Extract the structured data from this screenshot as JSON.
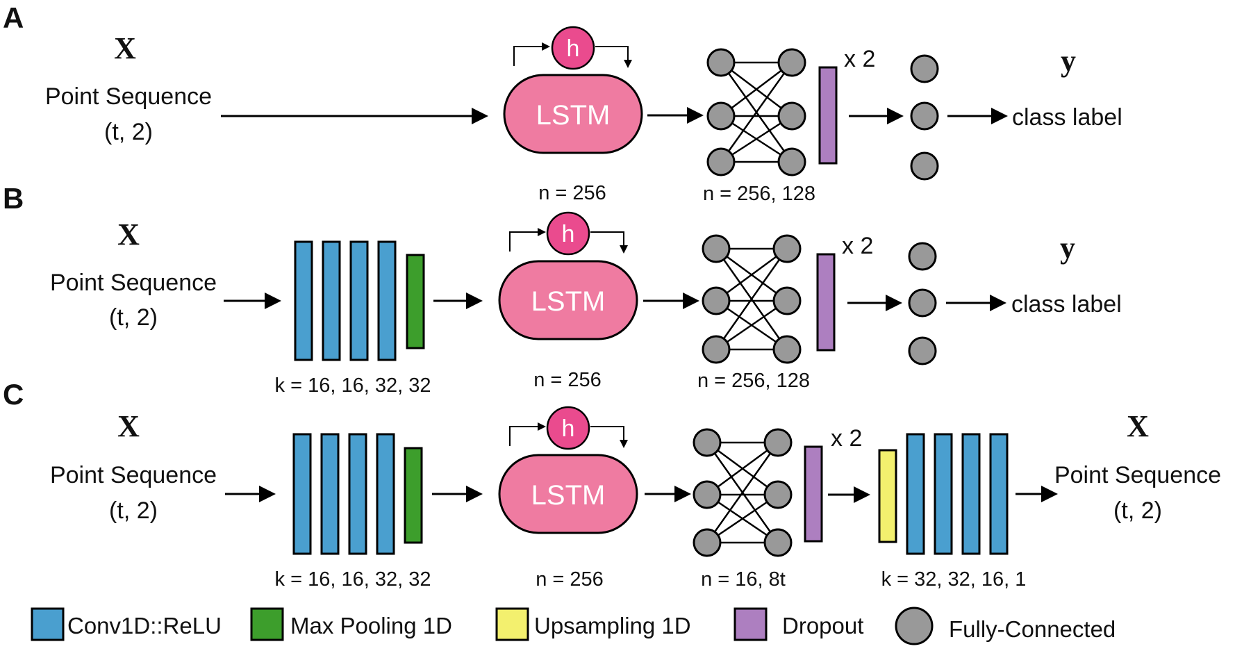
{
  "colors": {
    "conv": "#4a9fcf",
    "pool": "#3d9e2c",
    "upsample": "#f3f06e",
    "dropout": "#ad7fc0",
    "fc": "#999999",
    "lstm": "#ef7ba1",
    "hidden": "#ea4b8e"
  },
  "common": {
    "lstm_label": "LSTM",
    "hidden_label": "h",
    "repeat_label": "x 2"
  },
  "panels": {
    "a": {
      "letter": "A",
      "input_var": "X",
      "input_name": "Point Sequence",
      "input_shape": "(t, 2)",
      "lstm_n": "n = 256",
      "dense_n": "n = 256, 128",
      "output_var": "y",
      "output_name": "class label"
    },
    "b": {
      "letter": "B",
      "input_var": "X",
      "input_name": "Point Sequence",
      "input_shape": "(t, 2)",
      "conv_k": "k = 16, 16, 32, 32",
      "lstm_n": "n = 256",
      "dense_n": "n = 256, 128",
      "output_var": "y",
      "output_name": "class label"
    },
    "c": {
      "letter": "C",
      "input_var": "X",
      "input_name": "Point Sequence",
      "input_shape": "(t, 2)",
      "conv_k": "k = 16, 16, 32, 32",
      "lstm_n": "n = 256",
      "dense_n": "n = 16, 8t",
      "deconv_k": "k = 32, 32, 16, 1",
      "output_var": "X",
      "output_name": "Point Sequence",
      "output_shape": "(t, 2)"
    }
  },
  "legend": {
    "conv": "Conv1D::ReLU",
    "pool": "Max Pooling 1D",
    "upsample": "Upsampling 1D",
    "dropout": "Dropout",
    "fc": "Fully-Connected"
  }
}
